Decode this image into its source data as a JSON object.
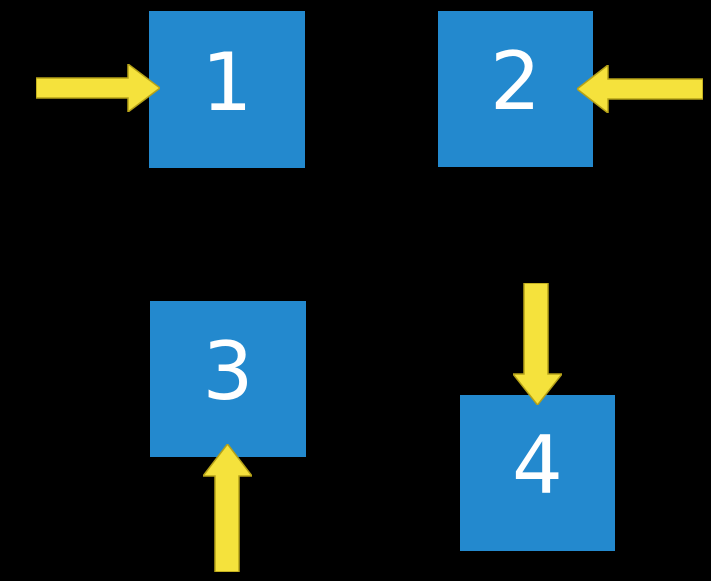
{
  "colors": {
    "background": "#000000",
    "square-blue": "#2389CE",
    "arrow-yellow": "#F5E23C",
    "arrow-outline": "#B5A118",
    "label-white": "#FFFFFF"
  },
  "squares": [
    {
      "label": "1",
      "arrow": {
        "direction": "right",
        "points_from": "left side"
      }
    },
    {
      "label": "2",
      "arrow": {
        "direction": "left",
        "points_from": "right side"
      }
    },
    {
      "label": "3",
      "arrow": {
        "direction": "up",
        "points_from": "below"
      }
    },
    {
      "label": "4",
      "arrow": {
        "direction": "down",
        "points_from": "above"
      }
    }
  ]
}
